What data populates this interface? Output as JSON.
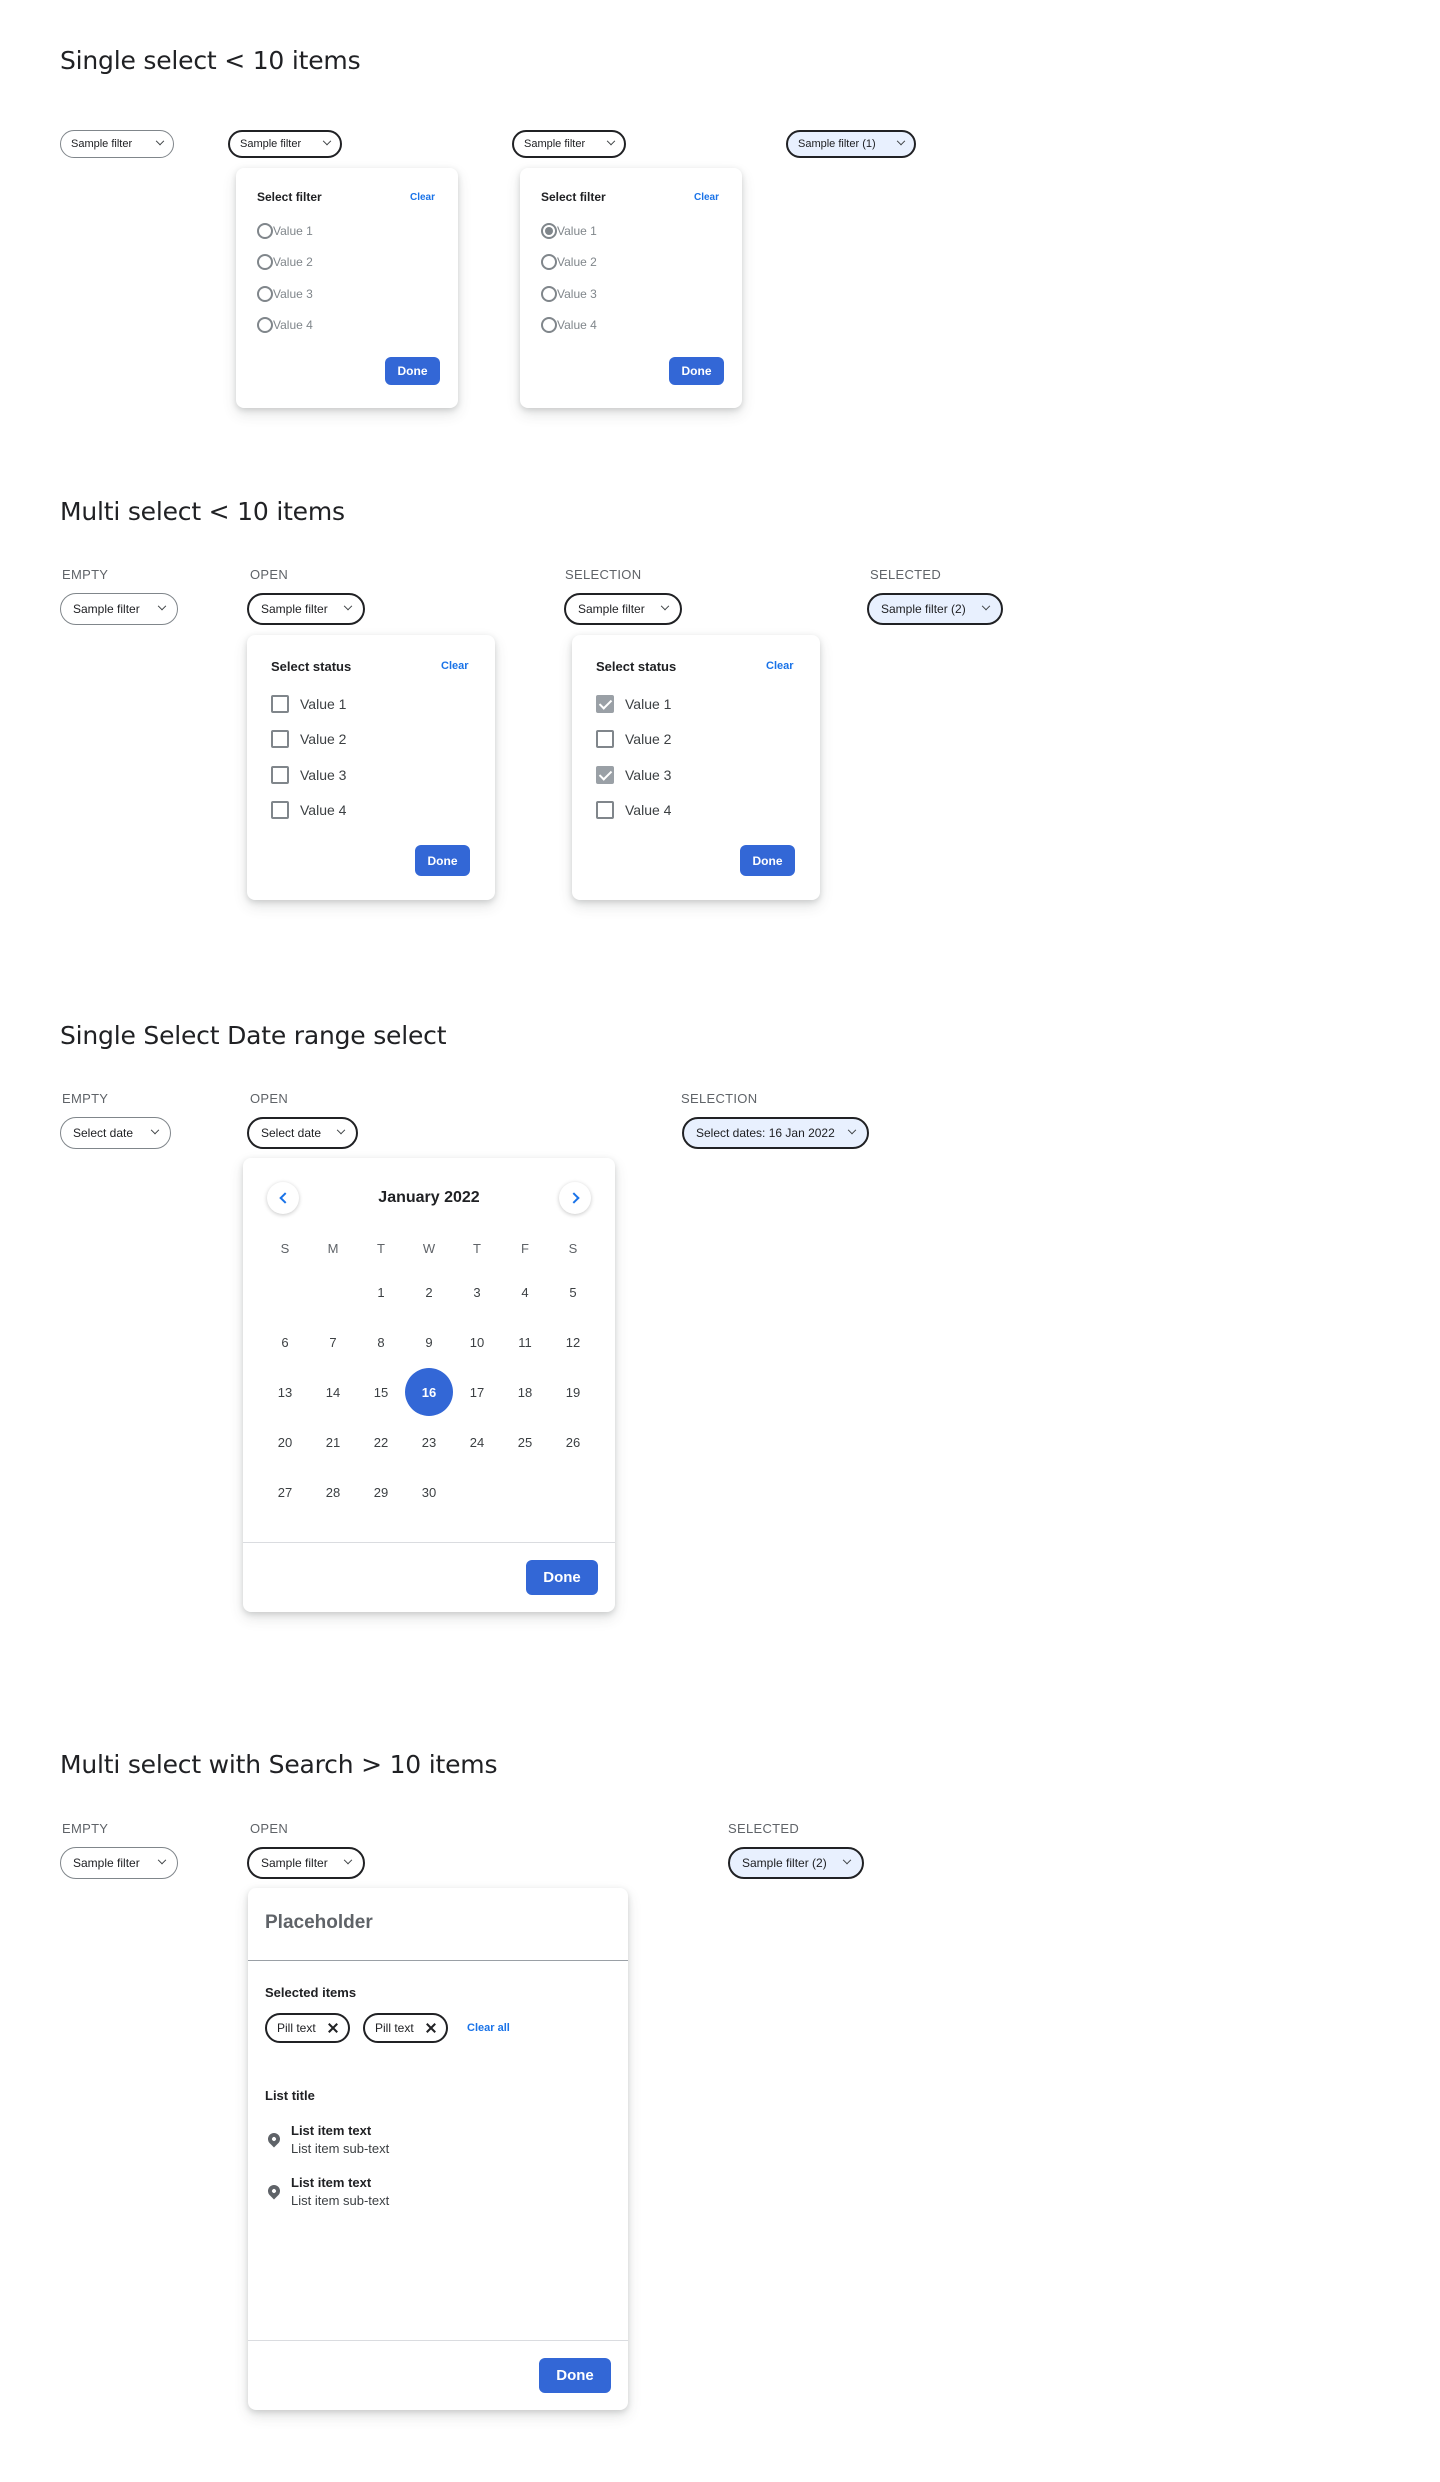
{
  "sections": {
    "single_select": {
      "title": "Single select < 10 items"
    },
    "multi_select": {
      "title": "Multi select < 10 items"
    },
    "date_range": {
      "title": "Single Select Date range select"
    },
    "multi_search": {
      "title": "Multi select with Search > 10 items"
    }
  },
  "states": {
    "empty": "EMPTY",
    "open": "OPEN",
    "selection": "SELECTION",
    "selected": "SELECTED"
  },
  "single": {
    "chip_label": "Sample filter",
    "chip_selected_label": "Sample filter (1)",
    "panel_title": "Select filter",
    "clear_label": "Clear",
    "options": [
      "Value 1",
      "Value 2",
      "Value 3",
      "Value 4"
    ],
    "selected_index": 0,
    "done_label": "Done"
  },
  "multi": {
    "chip_label": "Sample filter",
    "chip_selected_label": "Sample filter (2)",
    "panel_title": "Select status",
    "clear_label": "Clear",
    "options": [
      "Value 1",
      "Value 2",
      "Value 3",
      "Value 4"
    ],
    "checked": [
      true,
      false,
      true,
      false
    ],
    "done_label": "Done"
  },
  "date": {
    "chip_label": "Select date",
    "chip_selected_label": "Select dates: 16 Jan 2022",
    "month_label": "January 2022",
    "weekdays": [
      "S",
      "M",
      "T",
      "W",
      "T",
      "F",
      "S"
    ],
    "first_weekday_index": 2,
    "days_in_month": 30,
    "selected_day": 16,
    "done_label": "Done"
  },
  "search": {
    "chip_label": "Sample filter",
    "chip_selected_label": "Sample filter (2)",
    "placeholder": "Placeholder",
    "selected_heading": "Selected items",
    "pills": [
      "Pill text",
      "Pill text"
    ],
    "clear_all_label": "Clear all",
    "list_title": "List title",
    "items": [
      {
        "text": "List item text",
        "sub": "List item sub-text"
      },
      {
        "text": "List item text",
        "sub": "List item sub-text"
      }
    ],
    "done_label": "Done"
  },
  "colors": {
    "accent": "#3367d6",
    "link": "#1a73e8",
    "selected_chip_bg": "#e8f0fe"
  }
}
